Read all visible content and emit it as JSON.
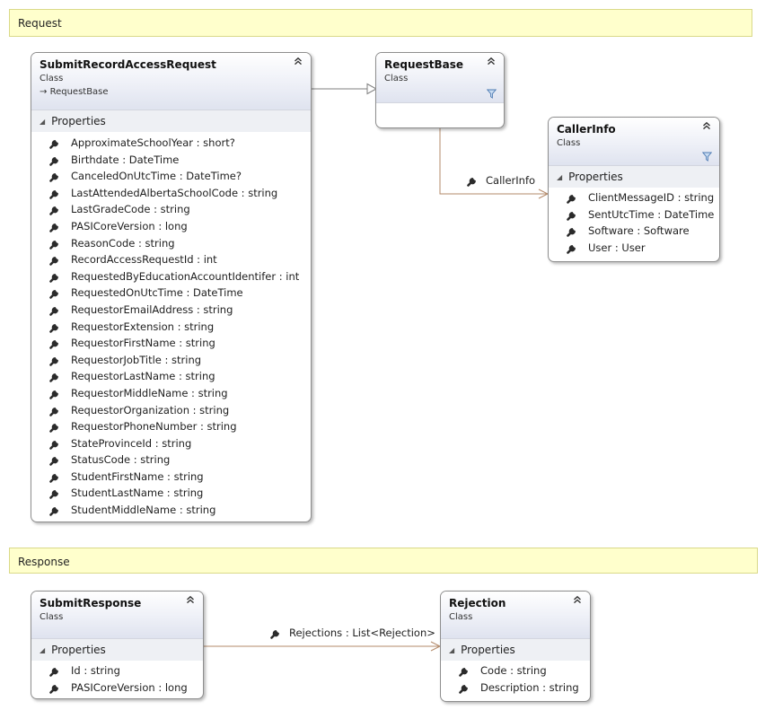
{
  "groups": {
    "request": "Request",
    "response": "Response"
  },
  "classes": {
    "submit_record_access_request": {
      "name": "SubmitRecordAccessRequest",
      "kind": "Class",
      "base": "RequestBase",
      "section": "Properties",
      "members": [
        "ApproximateSchoolYear : short?",
        "Birthdate : DateTime",
        "CanceledOnUtcTime : DateTime?",
        "LastAttendedAlbertaSchoolCode : string",
        "LastGradeCode : string",
        "PASICoreVersion : long",
        "ReasonCode : string",
        "RecordAccessRequestId : int",
        "RequestedByEducationAccountIdentifer : int",
        "RequestedOnUtcTime : DateTime",
        "RequestorEmailAddress : string",
        "RequestorExtension : string",
        "RequestorFirstName : string",
        "RequestorJobTitle : string",
        "RequestorLastName : string",
        "RequestorMiddleName : string",
        "RequestorOrganization : string",
        "RequestorPhoneNumber : string",
        "StateProvinceId : string",
        "StatusCode : string",
        "StudentFirstName : string",
        "StudentLastName : string",
        "StudentMiddleName : string"
      ]
    },
    "request_base": {
      "name": "RequestBase",
      "kind": "Class"
    },
    "caller_info": {
      "name": "CallerInfo",
      "kind": "Class",
      "section": "Properties",
      "members": [
        "ClientMessageID : string",
        "SentUtcTime : DateTime",
        "Software : Software",
        "User : User"
      ]
    },
    "submit_response": {
      "name": "SubmitResponse",
      "kind": "Class",
      "section": "Properties",
      "members": [
        "Id : string",
        "PASICoreVersion : long"
      ]
    },
    "rejection": {
      "name": "Rejection",
      "kind": "Class",
      "section": "Properties",
      "members": [
        "Code : string",
        "Description : string"
      ]
    }
  },
  "associations": {
    "caller_info": "CallerInfo",
    "rejections": "Rejections : List<Rejection>"
  },
  "colors": {
    "group_fill": "#ffffcc",
    "association_line": "#b38a6a",
    "inheritance_line": "#7f7f7f"
  }
}
